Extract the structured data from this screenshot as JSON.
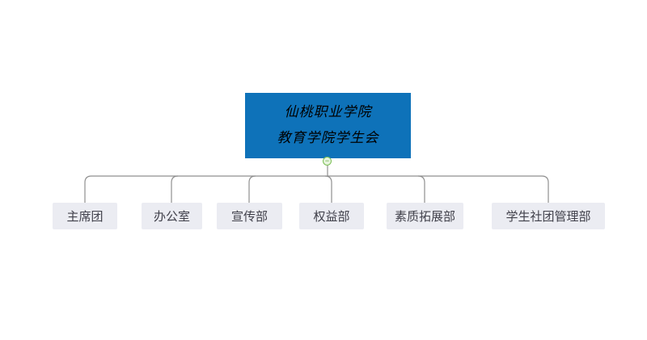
{
  "diagram": {
    "type": "org-chart",
    "root": {
      "line1": "仙桃职业学院",
      "line2": "教育学院学生会",
      "bg_color": "#0e72b9",
      "text_color": "#000000"
    },
    "collapse_button": {
      "symbol": "−",
      "border_color": "#7bbf55",
      "fill_color": "#e7f4de"
    },
    "children": [
      {
        "label": "主席团"
      },
      {
        "label": "办公室"
      },
      {
        "label": "宣传部"
      },
      {
        "label": "权益部"
      },
      {
        "label": "素质拓展部"
      },
      {
        "label": "学生社团管理部"
      }
    ],
    "connector_color": "#8f8f8f",
    "child_bg_color": "#ebecf2",
    "child_text_color": "#41414b"
  }
}
